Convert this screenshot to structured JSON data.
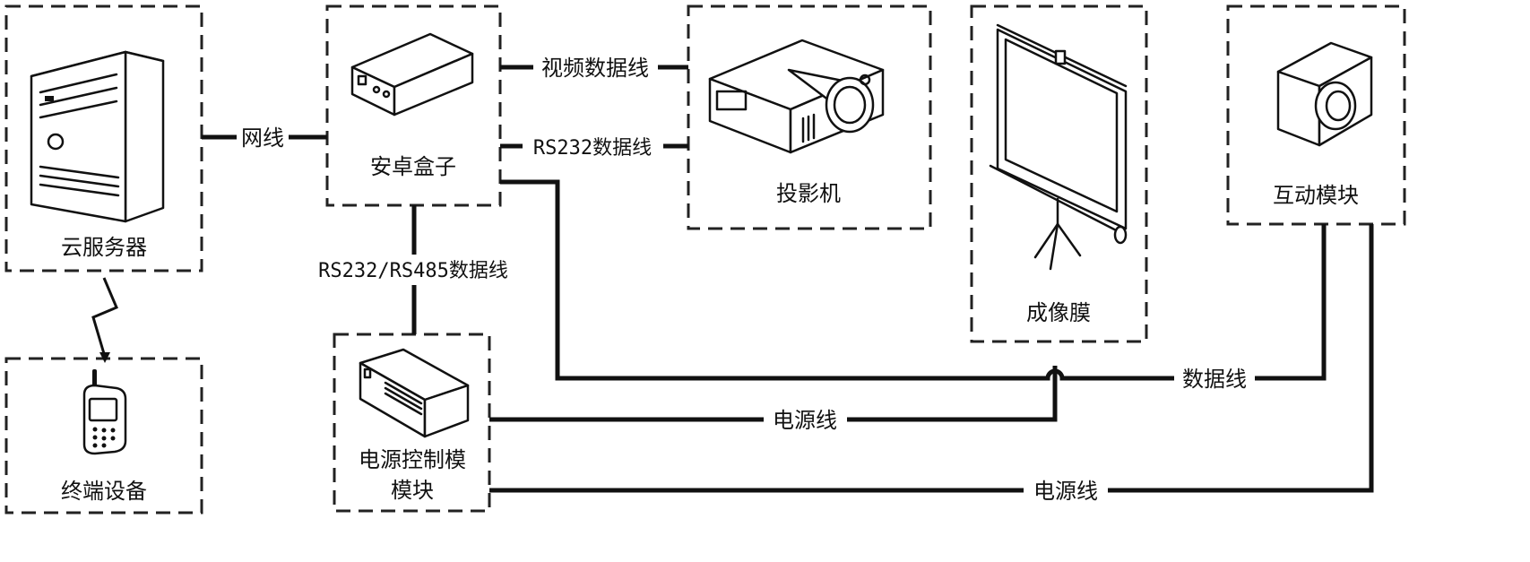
{
  "nodes": {
    "cloud_server": "云服务器",
    "terminal_device": "终端设备",
    "android_box": "安卓盒子",
    "projector": "投影机",
    "imaging_film": "成像膜",
    "interactive_module": "互动模块",
    "power_control_line1": "电源控制模",
    "power_control_line2": "模块"
  },
  "connections": {
    "network_cable": "网线",
    "video_data_line": "视频数据线",
    "rs232_data_line": "RS232数据线",
    "rs232_rs485_data_line": "RS232/RS485数据线",
    "data_line": "数据线",
    "power_line_1": "电源线",
    "power_line_2": "电源线"
  },
  "colors": {
    "line": "#111111",
    "background": "#ffffff"
  },
  "icons": [
    "server-tower-icon",
    "mobile-phone-icon",
    "set-top-box-icon",
    "projector-icon",
    "projection-screen-icon",
    "camera-icon",
    "power-control-box-icon",
    "wireless-link-icon"
  ]
}
